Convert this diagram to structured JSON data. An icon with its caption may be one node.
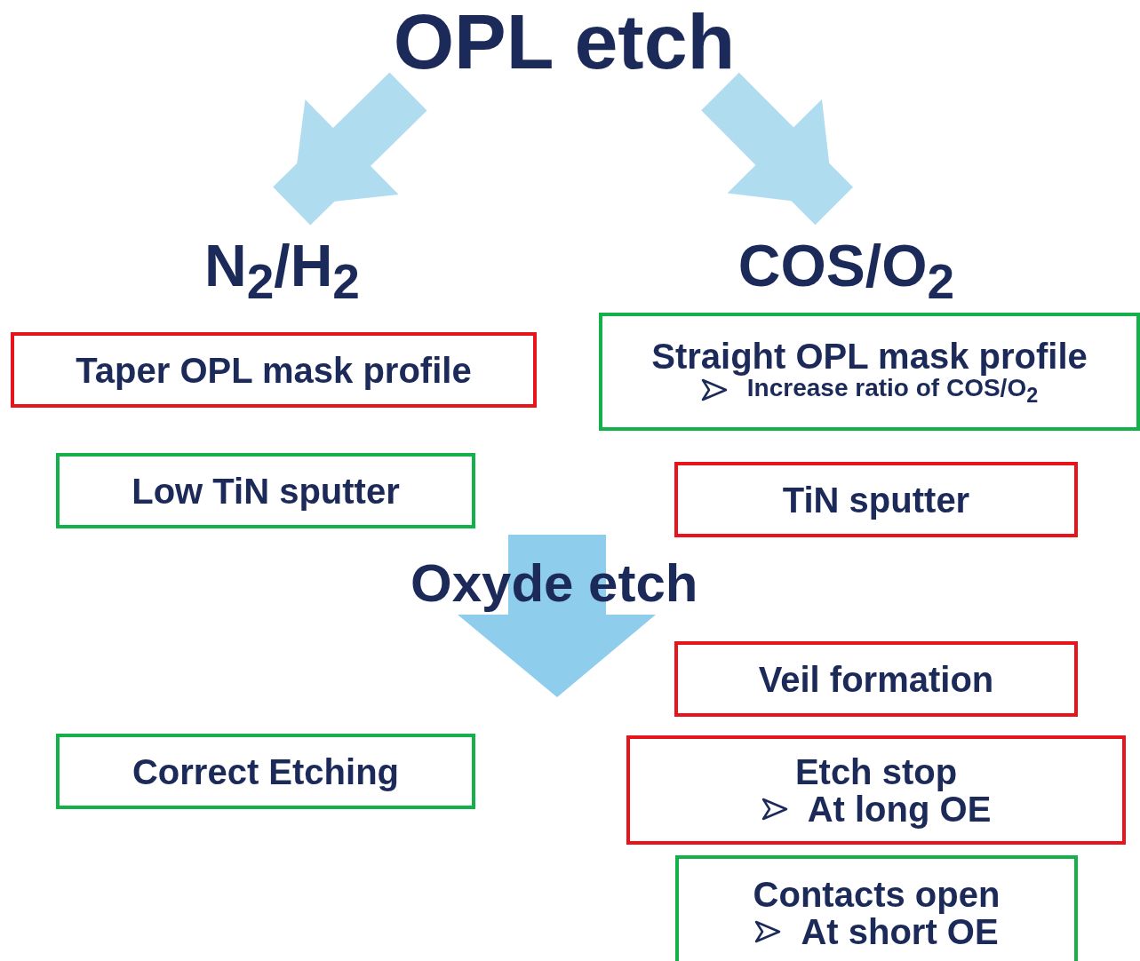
{
  "diagram": {
    "nodes": [
      {
        "text": [
          "OPL etch"
        ]
      },
      {
        "text": [
          "N$_{2}$/H$_{2}$"
        ]
      },
      {
        "text": [
          "Taper OPL mask profile"
        ]
      },
      {
        "text": [
          "Low TiN sputter"
        ]
      },
      {
        "text": [
          "COS/O$_{2}$"
        ]
      },
      {
        "text": [
          "Straight OPL mask profile",
          "Increase ratio of COS/O$_{2}$"
        ]
      },
      {
        "text": [
          "TiN sputter"
        ]
      },
      {
        "text": [
          "Veil formation"
        ]
      },
      {
        "text": [
          "Correct Etching"
        ]
      },
      {
        "text": [
          "Etch stop",
          "At long OE"
        ]
      },
      {
        "text": [
          "Contacts open",
          "At short OE"
        ]
      }
    ],
    "edges": [
      {
        "from": 0,
        "to": 1,
        "arrow": "to"
      },
      {
        "from": 0,
        "to": 4,
        "arrow": "to"
      }
    ],
    "labels": [
      "Oxyde etch"
    ]
  }
}
